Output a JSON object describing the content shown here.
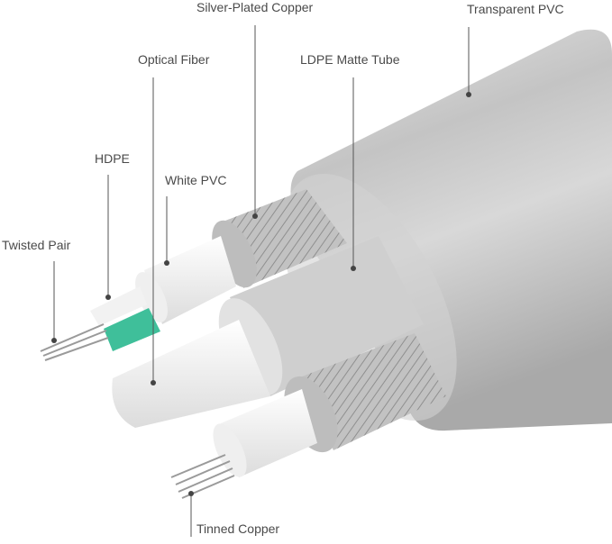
{
  "labels": {
    "silver_plated_copper": "Silver-Plated Copper",
    "transparent_pvc": "Transparent PVC",
    "optical_fiber": "Optical Fiber",
    "ldpe_matte_tube": "LDPE Matte Tube",
    "hdpe": "HDPE",
    "white_pvc": "White PVC",
    "twisted_pair": "Twisted Pair",
    "tinned_copper": "Tinned Copper"
  },
  "colors": {
    "jacket": "#c9c9c9",
    "white": "#f4f4f4",
    "green": "#3fbf9a",
    "braid": "#b8b8b8",
    "leader": "#555555"
  }
}
